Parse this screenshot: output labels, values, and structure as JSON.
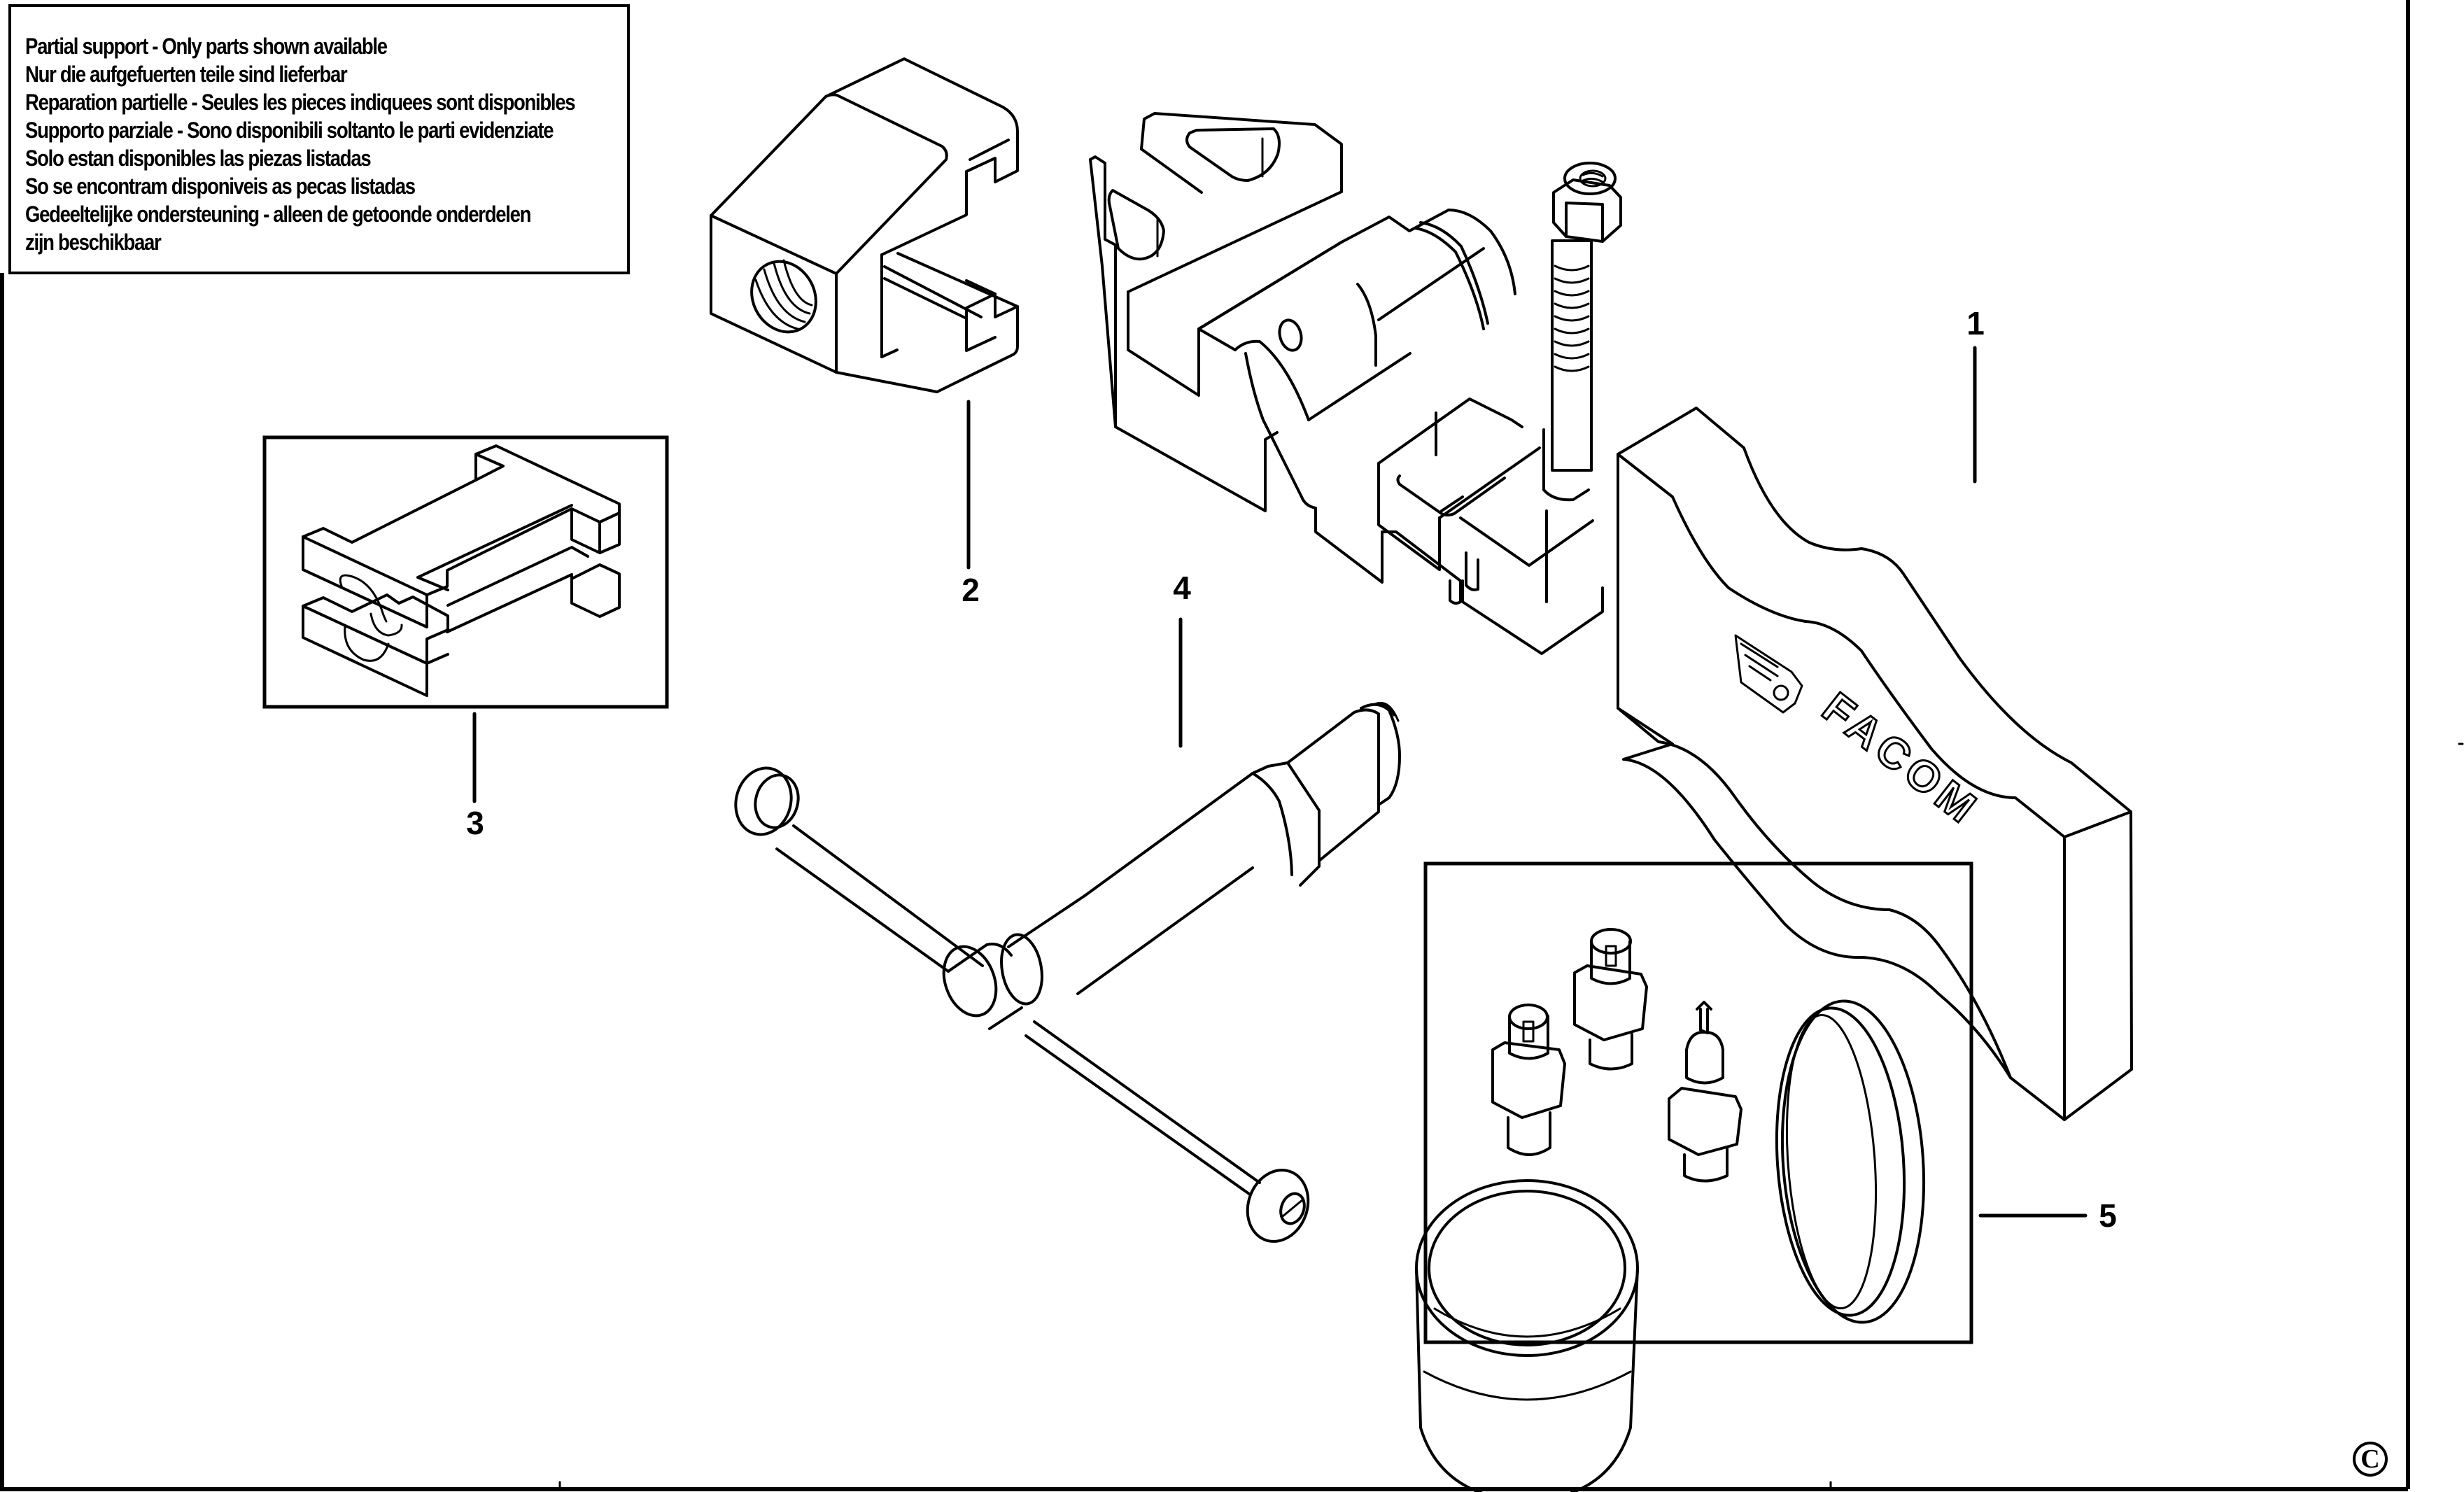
{
  "document": {
    "type": "exploded parts diagram",
    "brand_marking": "FACOM",
    "copyright_symbol": "©"
  },
  "notice": {
    "lines": [
      "Partial support - Only parts shown available",
      "Nur die aufgefuerten teile sind lieferbar",
      "Reparation partielle - Seules les pieces indiquees sont disponibles",
      "Supporto parziale - Sono disponibili soltanto le parti evidenziate",
      "Solo estan disponibles las piezas listadas",
      "So se encontram disponiveis as pecas listadas",
      "Gedeeltelijke ondersteuning - alleen de getoonde onderdelen",
      "zijn beschikbaar"
    ]
  },
  "parts": [
    {
      "number": "1",
      "description": "clamp body with screw and FACOM bar"
    },
    {
      "number": "2",
      "description": "threaded block adaptor"
    },
    {
      "number": "3",
      "description": "split half-shell blocks (boxed)"
    },
    {
      "number": "4",
      "description": "slide hammer / T-handle extractor"
    },
    {
      "number": "5",
      "description": "adaptor set: three nozzles, sleeve and ring (boxed)"
    }
  ],
  "icons": {
    "copyright": "copyright-icon",
    "logo": "facom-logo-icon"
  }
}
